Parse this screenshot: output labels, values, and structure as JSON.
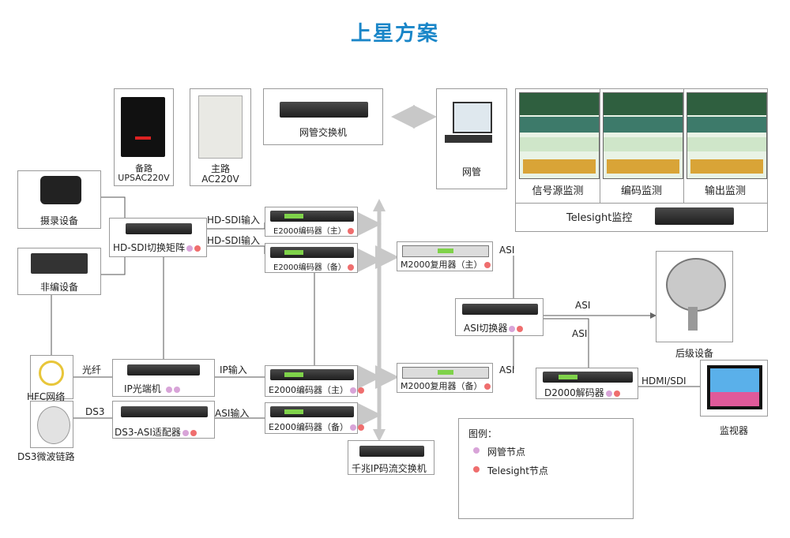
{
  "title": "上星方案",
  "nodes": {
    "ups": {
      "line1": "备路",
      "line2": "UPSAC220V"
    },
    "mains": {
      "line1": "主路",
      "line2": "AC220V"
    },
    "nms_switch": "网管交换机",
    "nms": "网管",
    "signal_mon": "信号源监测",
    "encode_mon": "编码监测",
    "output_mon": "输出监测",
    "telesight_ctl": "Telesight监控",
    "camera": "摄录设备",
    "nle": "非编设备",
    "hdsdi_matrix": "HD-SDI切换矩阵",
    "enc_main_1": "E2000编码器（主）",
    "enc_backup_1": "E2000编码器（备）",
    "enc_main_2": "E2000编码器（主）",
    "enc_backup_2": "E2000编码器（备）",
    "mux_main": "M2000复用器（主）",
    "mux_backup": "M2000复用器（备）",
    "asi_switch": "ASI切换器",
    "decoder": "D2000解码器",
    "uplink": "后级设备",
    "monitor": "监视器",
    "hfc": "HFC网络",
    "ds3": "DS3微波链路",
    "ip_optical": "IP光端机",
    "ds3_asi": "DS3-ASI适配器",
    "gige_switch": "千兆IP码流交换机"
  },
  "edge_labels": {
    "hdsdi_in_1": "HD-SDI输入",
    "hdsdi_in_2": "HD-SDI输入",
    "fiber": "光纤",
    "ds3": "DS3",
    "ip_in": "IP输入",
    "asi_in": "ASI输入",
    "asi_mux_main": "ASI",
    "asi_mux_backup": "ASI",
    "asi_to_uplink": "ASI",
    "asi_to_decoder": "ASI",
    "hdmi_sdi": "HDMI/SDI"
  },
  "legend": {
    "title": "图例：",
    "items": [
      {
        "label": "网管节点",
        "color": "#d8a4d8"
      },
      {
        "label": "Telesight节点",
        "color": "#ef6e6e"
      }
    ]
  },
  "colors": {
    "title": "#1a86c8",
    "arrow": "#c8c8c8",
    "nms_dot": "#d8a4d8",
    "telesight_dot": "#ef6e6e"
  }
}
